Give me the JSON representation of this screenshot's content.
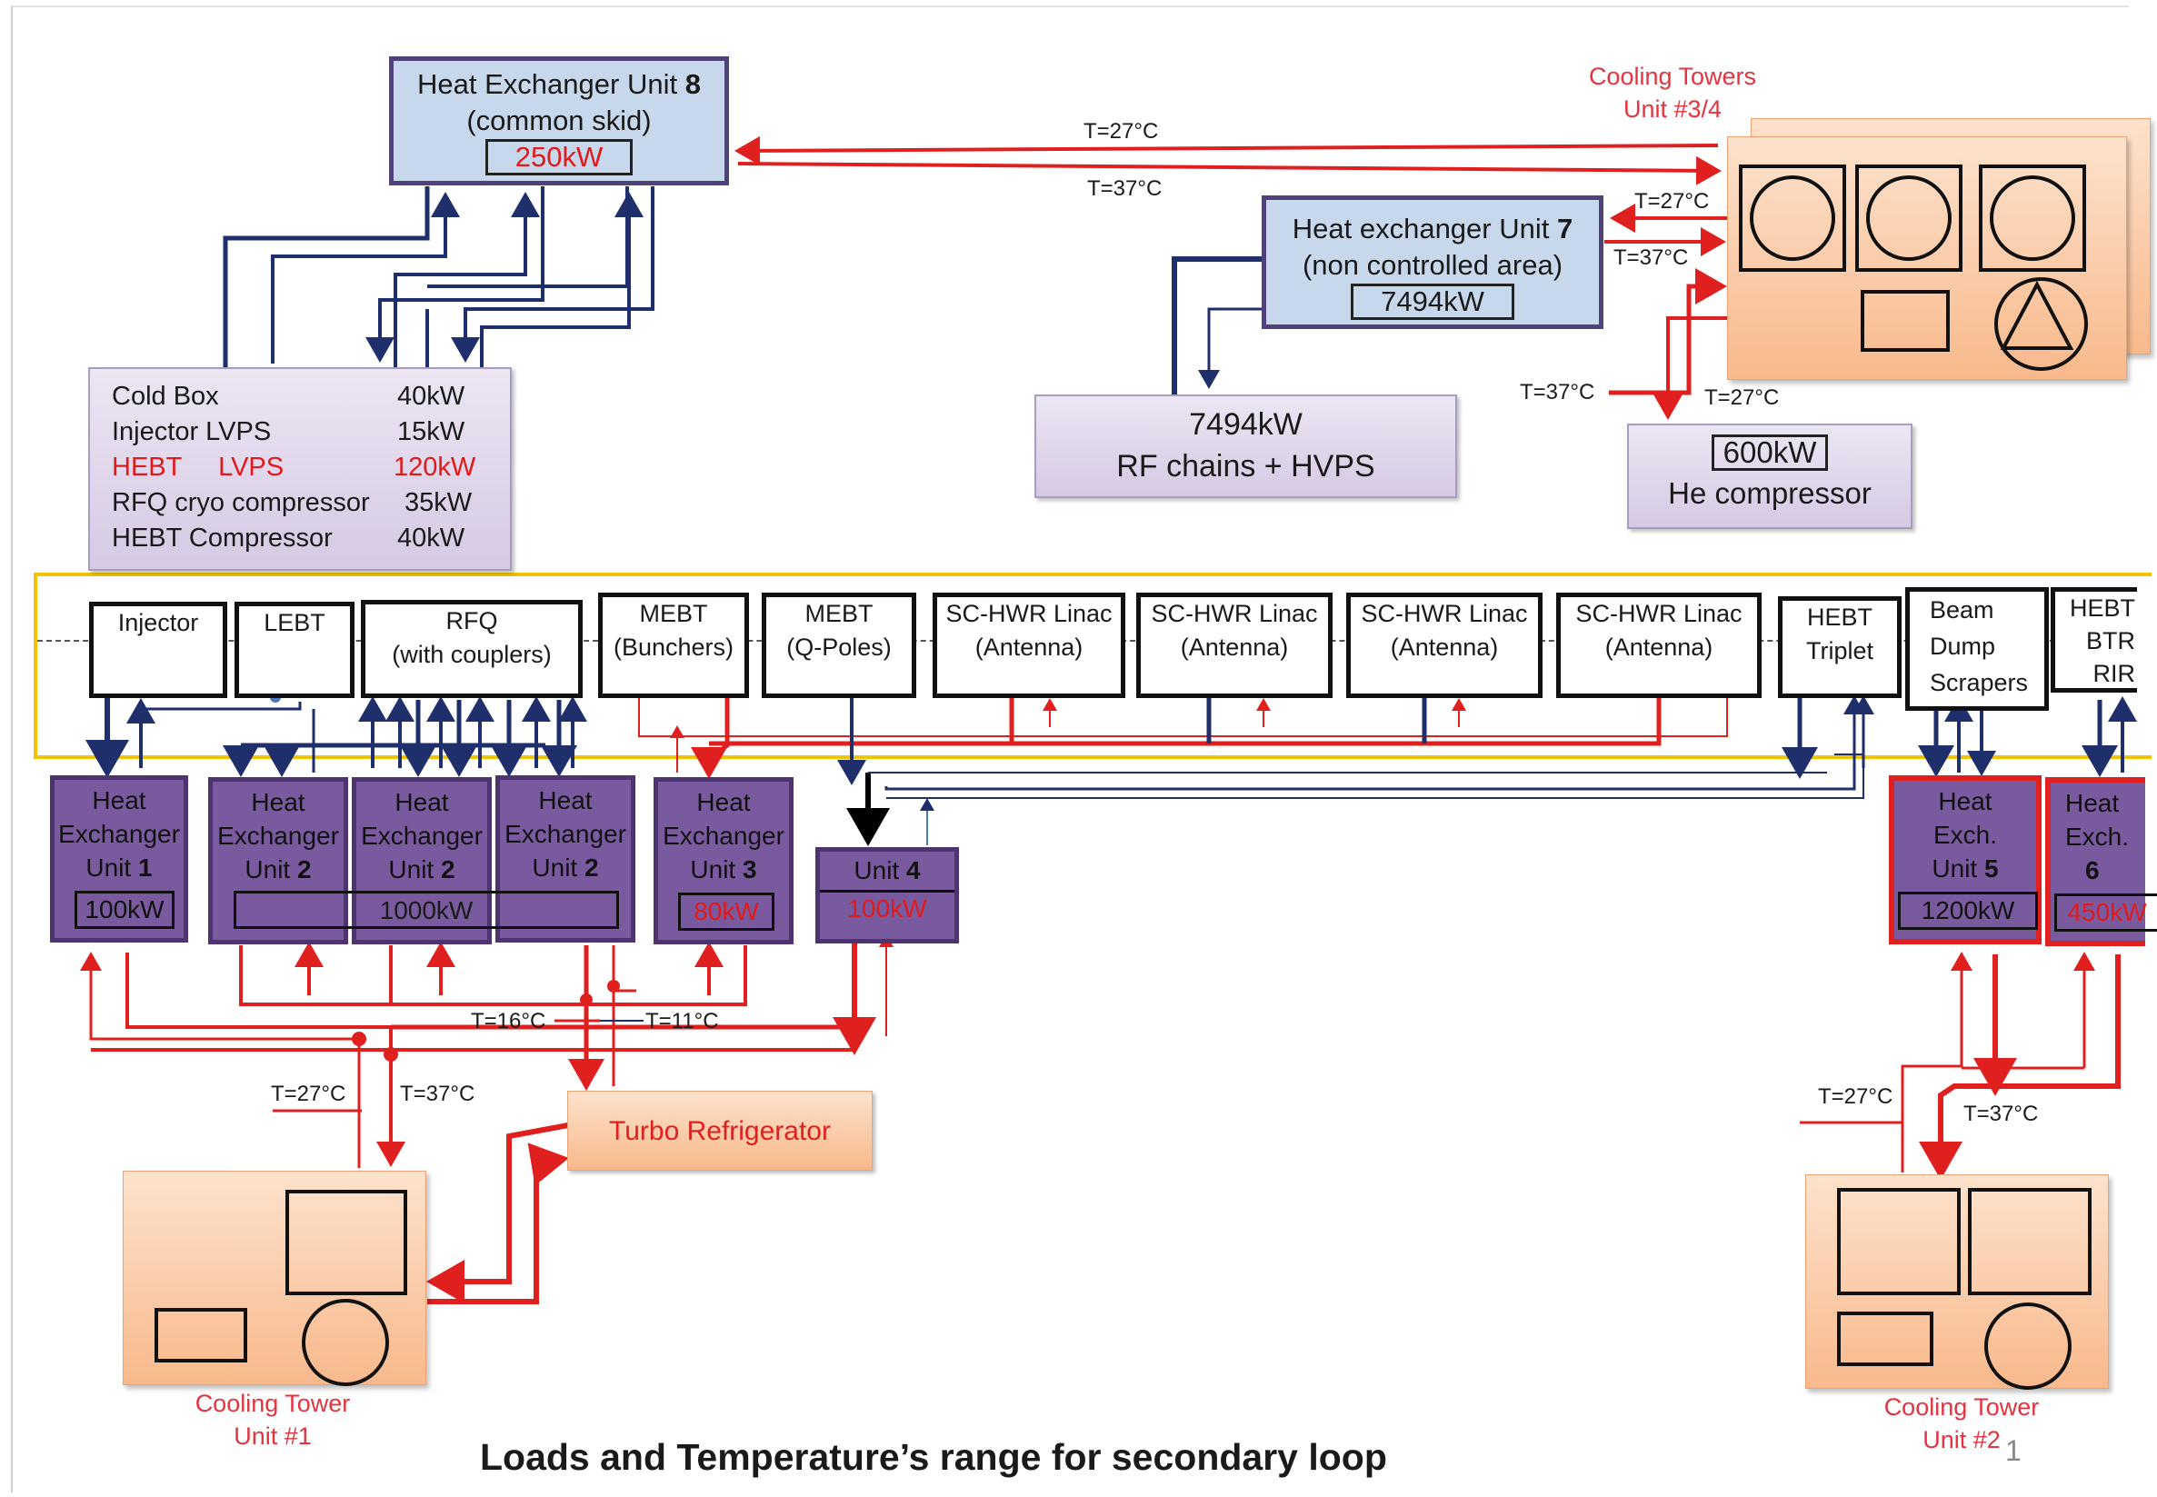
{
  "hx8": {
    "title": "Heat Exchanger Unit",
    "num": "8",
    "sub": "(common skid)",
    "power": "250kW"
  },
  "hx7": {
    "title": "Heat exchanger Unit",
    "num": "7",
    "sub": "(non controlled  area)",
    "power": "7494kW"
  },
  "cooling_34": {
    "line1": "Cooling Towers",
    "line2": "Unit #3/4"
  },
  "temps": {
    "t27_top": "T=27°C",
    "t37_top": "T=37°C",
    "t27_hx7": "T=27°C",
    "t37_hx7": "T=37°C",
    "t37_he": "T=37°C",
    "t27_he": "T=27°C",
    "t16": "T=16°C",
    "t11": "T=11°C",
    "t27_ct1": "T=27°C",
    "t37_ct1": "T=37°C",
    "t27_ct2": "T=27°C",
    "t37_ct2": "T=37°C"
  },
  "loads": {
    "rows": [
      {
        "name": "Cold Box",
        "value": "40kW"
      },
      {
        "name": "Injector LVPS",
        "value": "15kW"
      },
      {
        "name": "HEBT     LVPS",
        "value": "120kW"
      },
      {
        "name": "RFQ cryo compressor",
        "value": "35kW"
      },
      {
        "name": "HEBT Compressor",
        "value": "40kW"
      }
    ]
  },
  "rf": {
    "power": "7494kW",
    "label": "RF chains + HVPS"
  },
  "he": {
    "power": "600kW",
    "label": "He compressor"
  },
  "beamline": [
    {
      "l1": "Injector",
      "l2": ""
    },
    {
      "l1": "LEBT",
      "l2": ""
    },
    {
      "l1": "RFQ",
      "l2": "(with couplers)"
    },
    {
      "l1": "MEBT",
      "l2": "(Bunchers)"
    },
    {
      "l1": "MEBT",
      "l2": "(Q-Poles)"
    },
    {
      "l1": "SC-HWR Linac",
      "l2": "(Antenna)"
    },
    {
      "l1": "SC-HWR Linac",
      "l2": "(Antenna)"
    },
    {
      "l1": "SC-HWR Linac",
      "l2": "(Antenna)"
    },
    {
      "l1": "SC-HWR Linac",
      "l2": "(Antenna)"
    },
    {
      "l1": "HEBT",
      "l2": "Triplet"
    },
    {
      "l1": "Beam",
      "l2": "Dump",
      "l3": "Scrapers"
    },
    {
      "l1": "HEBT",
      "l2": "BTR",
      "l3": "RIR"
    }
  ],
  "hx_units": {
    "u1": {
      "l1": "Heat",
      "l2": "Exchanger",
      "l3": "Unit",
      "num": "1",
      "power": "100kW"
    },
    "u2a": {
      "l1": "Heat",
      "l2": "Exchanger",
      "l3": "Unit",
      "num": "2"
    },
    "u2b": {
      "l1": "Heat",
      "l2": "Exchanger",
      "l3": "Unit",
      "num": "2"
    },
    "u2c": {
      "l1": "Heat",
      "l2": "Exchanger",
      "l3": "Unit",
      "num": "2"
    },
    "u2_power": "1000kW",
    "u3": {
      "l1": "Heat",
      "l2": "Exchanger",
      "l3": "Unit",
      "num": "3",
      "power": "80kW"
    },
    "u4": {
      "l1": "Unit",
      "num": "4",
      "power": "100kW"
    },
    "u5": {
      "l1": "Heat",
      "l2": "Exch.",
      "l3": "Unit",
      "num": "5",
      "power": "1200kW"
    },
    "u6": {
      "l1": "Heat",
      "l2": "Exch.",
      "num": "6",
      "power": "450kW"
    }
  },
  "turbo": "Turbo Refrigerator",
  "ct1": {
    "line1": "Cooling Tower",
    "line2": "Unit #1"
  },
  "ct2": {
    "line1": "Cooling Tower",
    "line2": "Unit #2"
  },
  "page_num": "1",
  "caption": "Loads and Temperature’s range for secondary  loop",
  "colors": {
    "supply": "#e0201f",
    "return": "#1f2f6b",
    "band": "#f2c300",
    "hx": "#7a5a9f"
  }
}
